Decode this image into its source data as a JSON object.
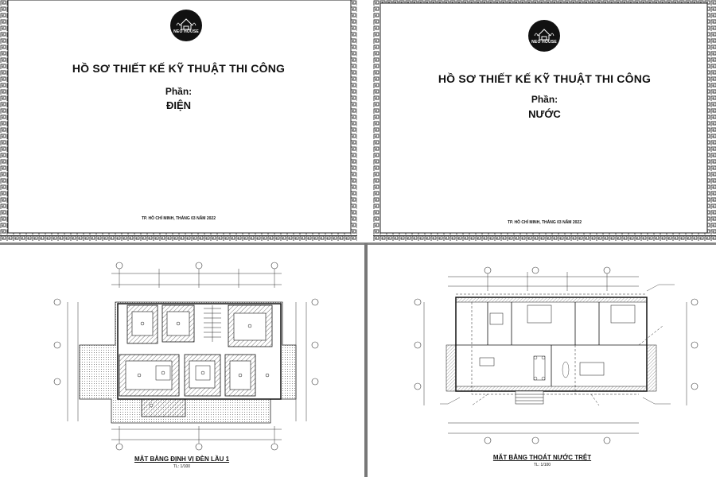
{
  "cover_electric": {
    "logo_text": "NEO HOUSE",
    "title": "HỒ SƠ THIẾT KẾ KỸ THUẬT THI CÔNG",
    "part_label": "Phần:",
    "part_value": "ĐIỆN",
    "footer": "TP. HỒ CHÍ MINH, THÁNG 03 NĂM 2022"
  },
  "cover_water": {
    "logo_text": "NEO HOUSE",
    "title": "HỒ SƠ THIẾT KẾ KỸ THUẬT THI CÔNG",
    "part_label": "Phần:",
    "part_value": "NƯỚC",
    "footer": "TP. HỒ CHÍ MINH, THÁNG 03 NĂM 2022"
  },
  "plan_electric": {
    "title": "MẶT BẰNG ĐỊNH VỊ ĐÈN LẦU 1",
    "scale": "TL: 1/100"
  },
  "plan_water": {
    "title": "MẶT BẰNG THOÁT NƯỚC TRỆT",
    "scale": "TL: 1/100"
  }
}
